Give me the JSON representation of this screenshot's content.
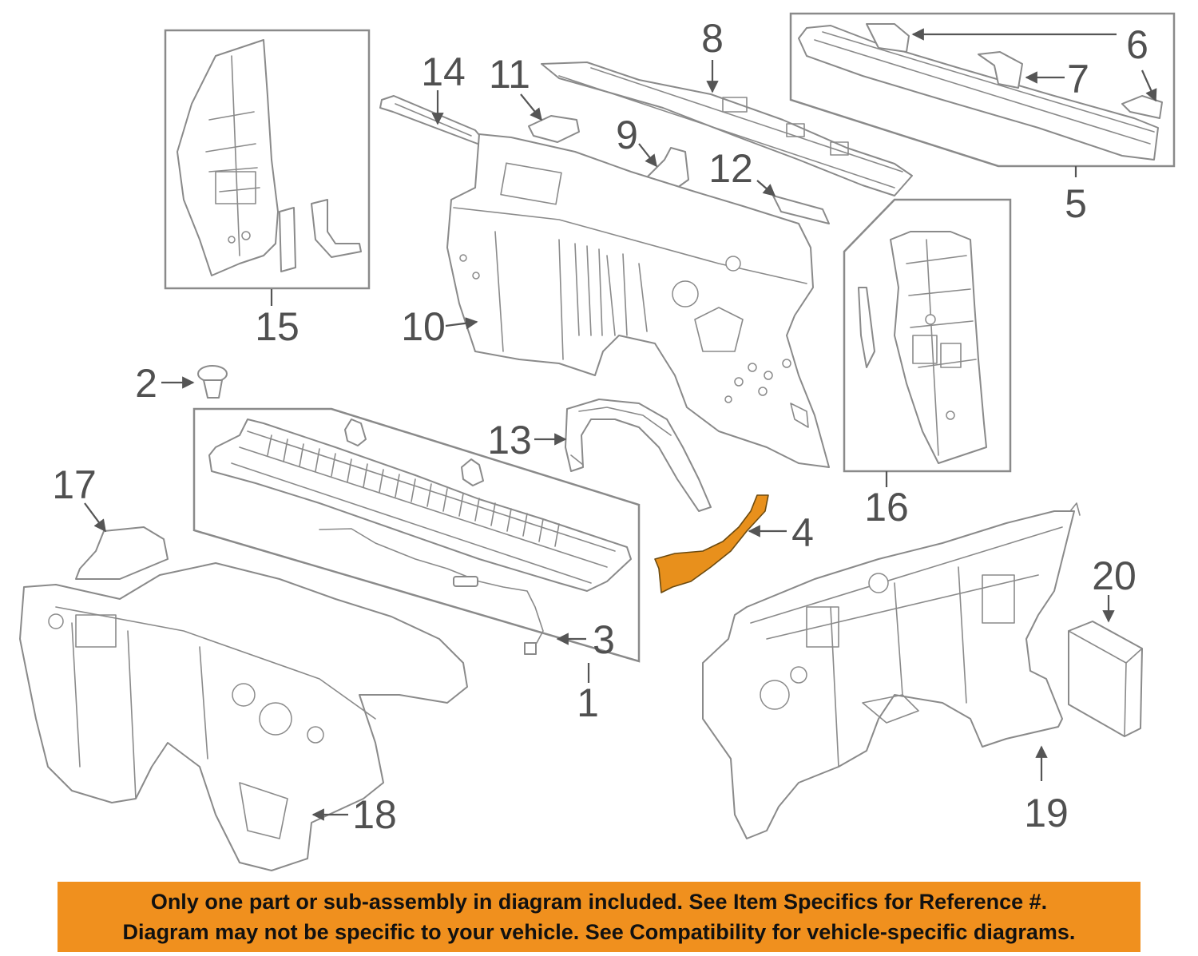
{
  "callouts": [
    "1",
    "2",
    "3",
    "4",
    "5",
    "6",
    "7",
    "8",
    "9",
    "10",
    "11",
    "12",
    "13",
    "14",
    "15",
    "16",
    "17",
    "18",
    "19",
    "20"
  ],
  "colors": {
    "banner": "#f0901e",
    "highlight": "#e8901c",
    "line": "#8a8a8a"
  },
  "disclaimer": {
    "line1": "Only one part or sub-assembly in diagram included. See Item Specifics for Reference #.",
    "line2": "Diagram may not be specific to your vehicle. See Compatibility for vehicle-specific diagrams."
  }
}
